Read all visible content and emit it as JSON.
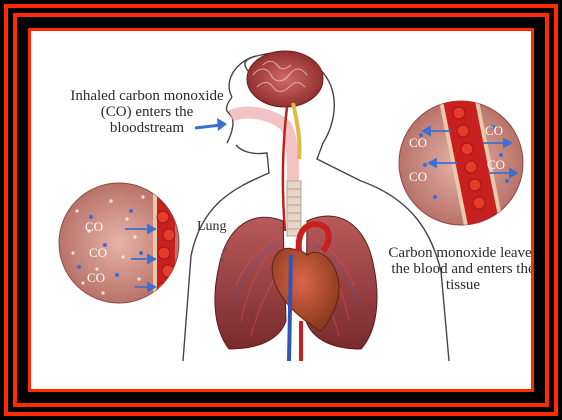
{
  "labels": {
    "inhaled": "Inhaled carbon monoxide (CO) enters the bloodstream",
    "leaves": "Carbon monoxide leaves the blood and enters the tissue",
    "lung": "Lung"
  },
  "molecule_label": "CO",
  "colors": {
    "frame_red": "#ff2a00",
    "blood_red": "#c8201e",
    "tissue_pink": "#d99a90",
    "co_arrow_blue": "#3b6fd1"
  }
}
